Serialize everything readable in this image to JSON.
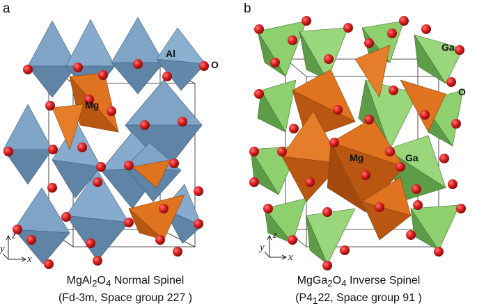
{
  "panels": [
    {
      "letter": "a",
      "labels": {
        "al": "Al",
        "o": "O",
        "mg": "Mg"
      },
      "caption": {
        "line1_pre": "MgAl",
        "line1_sub1": "2",
        "line1_mid": "O",
        "line1_sub2": "4",
        "line1_post": " Normal Spinel",
        "line2": "(Fd-3m, Space group 227 )"
      },
      "axes": {
        "x": "x",
        "y": "y",
        "z": "z"
      },
      "colors": {
        "octa": "#7fa4c6",
        "octa_dark": "#5f84a6",
        "tetra": "#e0731f",
        "tetra_dark": "#b85612",
        "oxygen": "#d81e1e"
      }
    },
    {
      "letter": "b",
      "labels": {
        "ga_top": "Ga",
        "o": "O",
        "mg": "Mg",
        "ga_mid": "Ga"
      },
      "caption": {
        "line1_pre": "MgGa",
        "line1_sub1": "2",
        "line1_mid": "O",
        "line1_sub2": "4",
        "line1_post": " Inverse Spinel",
        "line2_pre": "(P4",
        "line2_sub": "1",
        "line2_post": "22, Space group 91 )"
      },
      "axes": {
        "x": "x",
        "y": "y",
        "z": "z"
      },
      "colors": {
        "tetra_green": "#8ecf6e",
        "tetra_green_dark": "#5e9d48",
        "octa": "#e0731f",
        "octa_dark": "#b85612",
        "oxygen": "#d81e1e"
      }
    }
  ]
}
